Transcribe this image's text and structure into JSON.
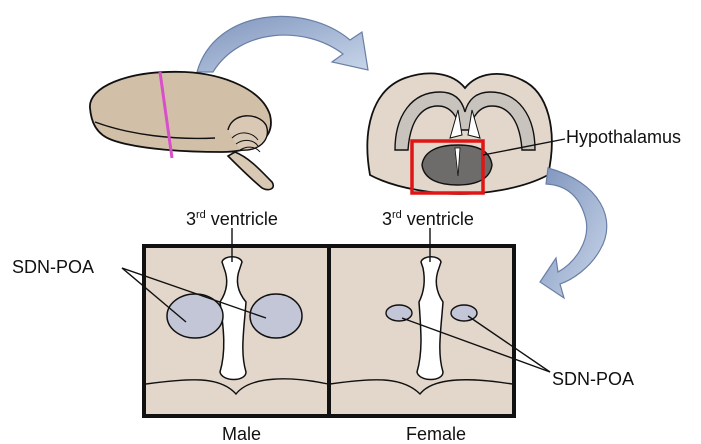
{
  "labels": {
    "hypothalamus": "Hypothalamus",
    "ventricle_left": {
      "sup": "rd",
      "prefix": "3",
      "rest": " ventricle"
    },
    "ventricle_right": {
      "sup": "rd",
      "prefix": "3",
      "rest": " ventricle"
    },
    "sdn_left": "SDN-POA",
    "sdn_right": "SDN-POA",
    "panel_male": "Male",
    "panel_female": "Female"
  },
  "colors": {
    "tissue": "#e3d7cc",
    "brain_side": "#d2bfa8",
    "white_matter": "#c9c3bd",
    "hypothalamus_dark": "#6e6c6a",
    "nucleus": "#c2c6d6",
    "highlight_box": "#e01515",
    "section_line": "#d94fc9",
    "arrow_fill": "#9fb3d4",
    "outline": "#111111"
  },
  "icons": {
    "top_arrow": "curved-arrow-right-icon",
    "side_arrow": "curved-arrow-down-left-icon"
  }
}
